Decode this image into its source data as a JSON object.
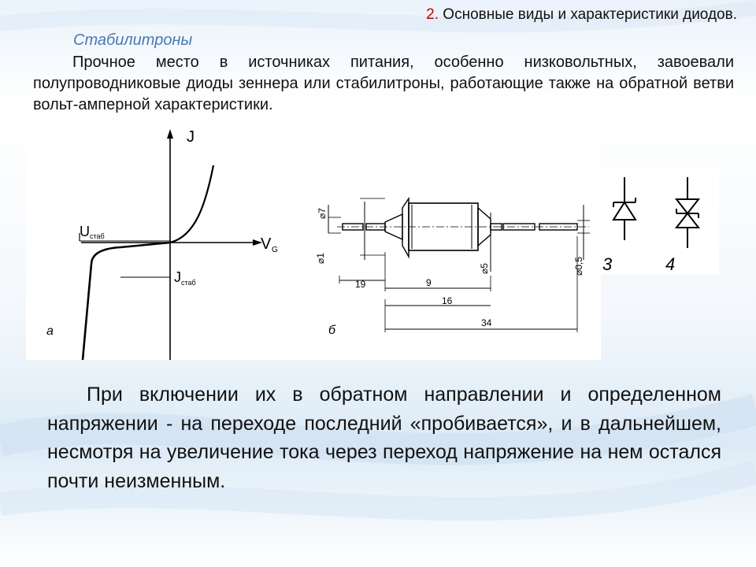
{
  "header": {
    "title_number": "2.",
    "title_text": " Основные виды и характеристики диодов.",
    "subtitle": "Стабилитроны"
  },
  "intro": {
    "text": "Прочное место в источниках питания, особенно низковольтных, завоевали полупроводниковые диоды зеннера или стабилитроны, работающие также на обратной ветви вольт-амперной характеристики."
  },
  "figure": {
    "graph": {
      "y_axis_label": "J",
      "x_axis_label": "V",
      "x_axis_sub": "G",
      "u_label": "U",
      "u_sub": "стаб",
      "j_label": "J",
      "j_sub": "стаб",
      "panel_label": "а"
    },
    "drawing": {
      "panel_label": "б",
      "dim_d7": "⌀7",
      "dim_d1": "⌀1",
      "dim_d5": "⌀5",
      "dim_d05": "⌀0,5",
      "dim_19": "19",
      "dim_9": "9",
      "dim_16": "16",
      "dim_34": "34"
    },
    "symbols": {
      "label_3": "3",
      "label_4": "4"
    }
  },
  "body": {
    "text": "При включении их в обратном направлении и определенном напряжении - на переходе последний «пробивается», и в дальнейшем, несмотря на увеличение тока через переход напряжение на нем остался почти неизменным."
  }
}
